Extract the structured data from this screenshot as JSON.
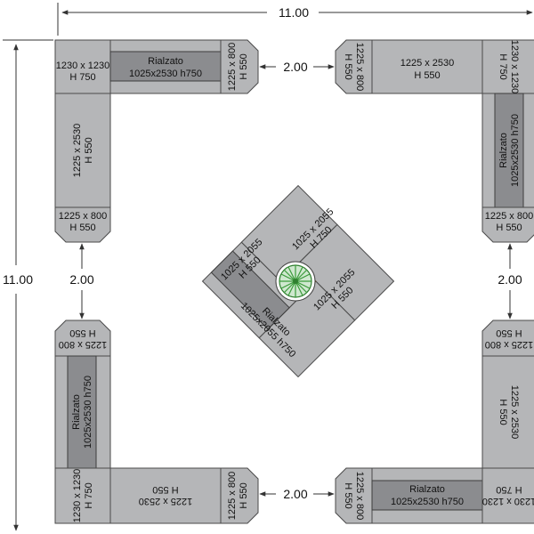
{
  "dimensions": {
    "overall_width": "11.00",
    "overall_height": "11.00",
    "gap_top": "2.00",
    "gap_bottom": "2.00",
    "gap_left": "2.00",
    "gap_right": "2.00"
  },
  "top_left": {
    "corner": [
      "1230 x 1230",
      "H 750"
    ],
    "bench": [
      "Rialzato",
      "1025x2530 h750"
    ],
    "end_right": [
      "1225 x 800",
      "H 550"
    ],
    "side": [
      "1225 x 2530",
      "H 550"
    ],
    "end_bottom": [
      "1225 x 800",
      "H 550"
    ]
  },
  "top_right": {
    "end_left": [
      "1225 x 800",
      "H 550"
    ],
    "bench": [
      "1225 x 2530",
      "H 550"
    ],
    "corner": [
      "1230 x 1230",
      "H 750"
    ],
    "side": [
      "Rialzato",
      "1025x2530 h750"
    ],
    "end_bottom": [
      "1225 x 800",
      "H 550"
    ]
  },
  "bottom_left": {
    "end_top": [
      "1225 x 800",
      "H 550"
    ],
    "side": [
      "Rialzato",
      "1025x2530 h750"
    ],
    "corner": [
      "1230 x 1230",
      "H 750"
    ],
    "bench": [
      "1225 x 2530",
      "H 550"
    ],
    "end_right": [
      "1225 x 800",
      "H 550"
    ]
  },
  "bottom_right": {
    "end_top": [
      "1225 x 800",
      "H 550"
    ],
    "side": [
      "1225 x 2530",
      "H 550"
    ],
    "end_left": [
      "1225 x 800",
      "H 550"
    ],
    "bench": [
      "Rialzato",
      "1025x2530 h750"
    ],
    "corner": [
      "1230 x 1230",
      "H 750"
    ]
  },
  "center": {
    "top": [
      "1025 x 2055",
      "H 750"
    ],
    "left": [
      "1025 x 2055",
      "H 550"
    ],
    "right": [
      "1025 x 2055",
      "H 550"
    ],
    "bottom": [
      "Rialzato",
      "1025x2055 h750"
    ]
  },
  "colors": {
    "panel": "#b5b6b8",
    "raised": "#8b8c8f",
    "planter": "#d89a4a",
    "tree": "#3a9b3a"
  }
}
